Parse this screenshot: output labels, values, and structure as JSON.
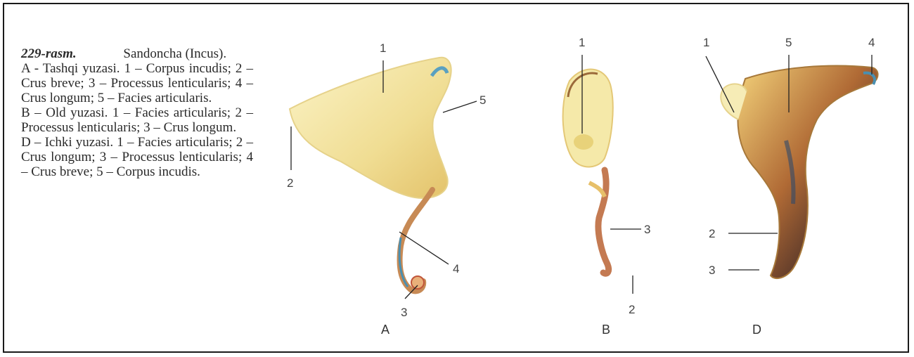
{
  "caption": {
    "title": "229-rasm.",
    "name": "Sandoncha (Incus).",
    "line_a": "A - Tashqi yuzasi. 1 – Corpus incudis; 2 – Crus breve; 3 – Processus lenticularis; 4 – Crus longum; 5 – Facies articularis.",
    "line_b": "B – Old yuzasi. 1 – Facies articularis; 2 – Processus lenticularis; 3 – Crus longum.",
    "line_d": "D – Ichki yuzasi. 1 – Facies articularis; 2 – Crus longum; 3 – Processus lenticularis; 4 – Crus breve; 5 – Corpus incudis."
  },
  "figure": {
    "view_a": {
      "letter": "A",
      "labels": [
        "1",
        "2",
        "3",
        "4",
        "5"
      ]
    },
    "view_b": {
      "letter": "B",
      "labels": [
        "1",
        "2",
        "3"
      ]
    },
    "view_d": {
      "letter": "D",
      "labels": [
        "1",
        "2",
        "3",
        "4",
        "5"
      ]
    },
    "colors": {
      "bone_light": "#f4e8a8",
      "bone_mid": "#e3c26a",
      "bone_dark": "#7a4a2a",
      "accent_blue": "#4a8fb0",
      "accent_red": "#c0553a"
    }
  }
}
